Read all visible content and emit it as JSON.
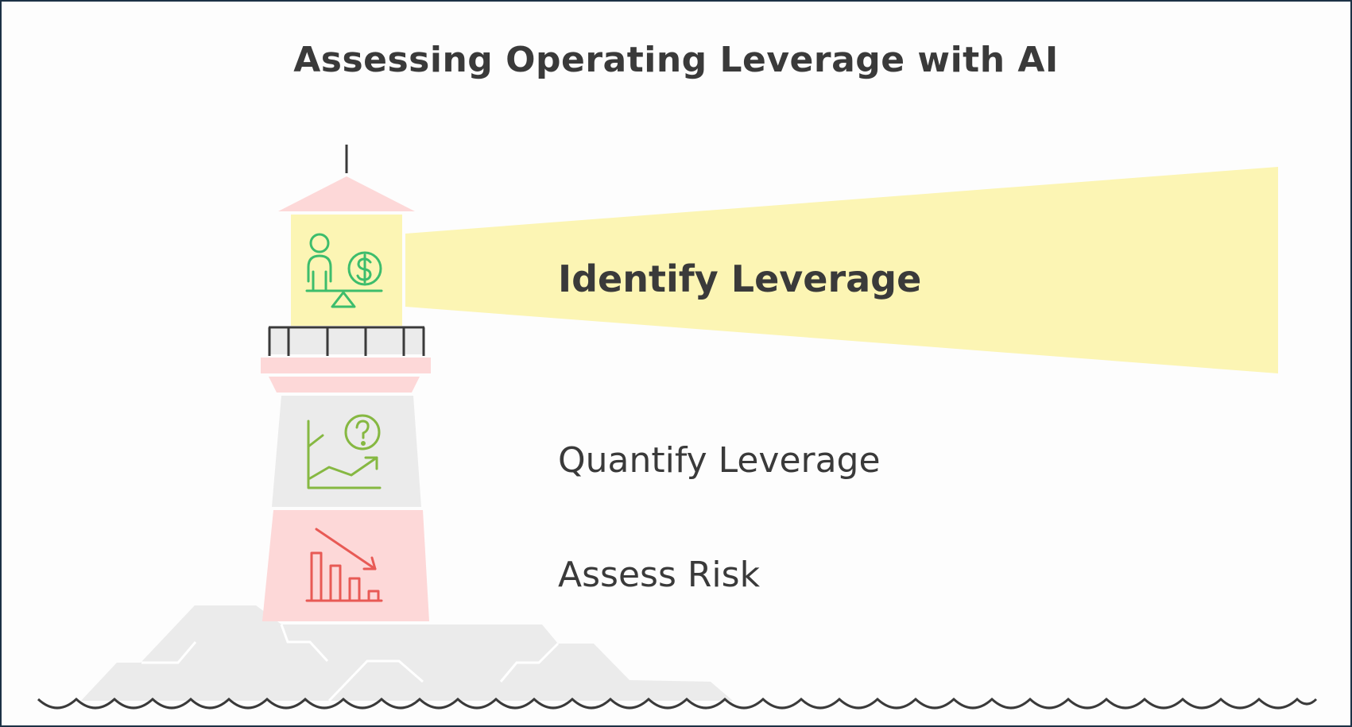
{
  "title": "Assessing Operating Leverage with AI",
  "steps": [
    {
      "label": "Identify Leverage",
      "icon": "person-balance-dollar-icon",
      "highlighted": true
    },
    {
      "label": "Quantify Leverage",
      "icon": "chart-question-icon",
      "highlighted": false
    },
    {
      "label": "Assess Risk",
      "icon": "declining-bar-chart-icon",
      "highlighted": false
    }
  ],
  "colors": {
    "beam": "#fcf5b4",
    "lantern": "#fcf5b4",
    "roof": "#fdd8d8",
    "gray_section": "#ebebeb",
    "pink_section": "#fdd8d8",
    "rocks": "#ebebeb",
    "outline": "#3a3a3a",
    "identify_icon": "#3dbd6c",
    "quantify_icon": "#86b842",
    "risk_icon": "#e85a55"
  }
}
